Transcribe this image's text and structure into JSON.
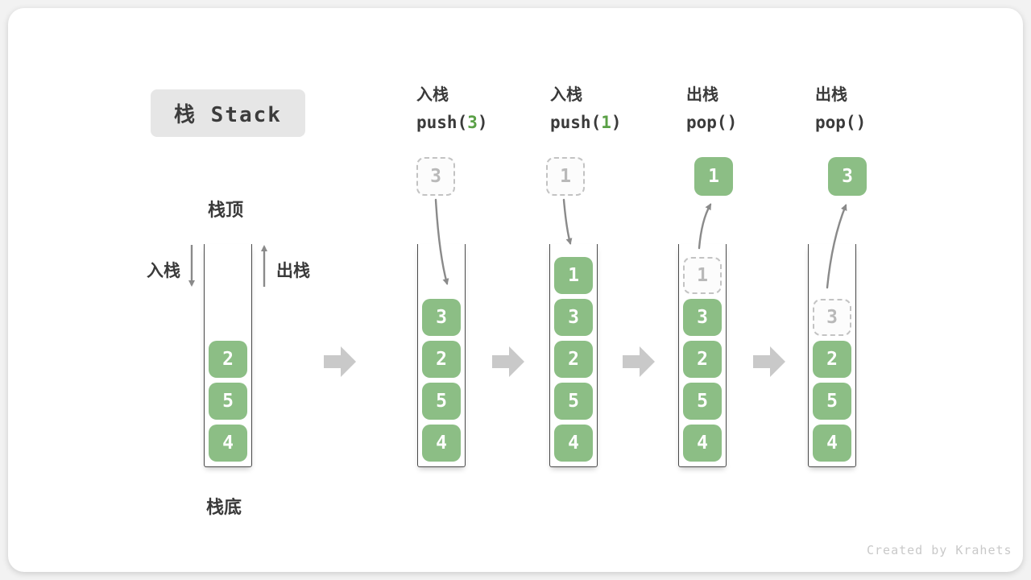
{
  "title": {
    "label": "栈 Stack"
  },
  "labels": {
    "stack_top": "栈顶",
    "stack_bottom": "栈底",
    "push_side": "入栈",
    "pop_side": "出栈"
  },
  "operations": [
    {
      "name": "入栈",
      "code_pre": "push(",
      "code_arg": "3",
      "code_post": ")"
    },
    {
      "name": "入栈",
      "code_pre": "push(",
      "code_arg": "1",
      "code_post": ")"
    },
    {
      "name": "出栈",
      "code_pre": "pop()",
      "code_arg": "",
      "code_post": ""
    },
    {
      "name": "出栈",
      "code_pre": "pop()",
      "code_arg": "",
      "code_post": ""
    }
  ],
  "floating_items": [
    {
      "value": "3",
      "style": "dashed"
    },
    {
      "value": "1",
      "style": "dashed"
    },
    {
      "value": "1",
      "style": "solid"
    },
    {
      "value": "3",
      "style": "solid"
    }
  ],
  "stacks": [
    {
      "state": "initial",
      "items": [
        "4",
        "5",
        "2"
      ]
    },
    {
      "state": "after push(3)",
      "items": [
        "4",
        "5",
        "2",
        "3"
      ]
    },
    {
      "state": "after push(1)",
      "items": [
        "4",
        "5",
        "2",
        "3",
        "1"
      ]
    },
    {
      "state": "after pop()",
      "items": [
        "4",
        "5",
        "2",
        "3",
        "1"
      ],
      "ghost_index": 4
    },
    {
      "state": "after pop()",
      "items": [
        "4",
        "5",
        "2",
        "3"
      ],
      "ghost_index": 3
    }
  ],
  "colors": {
    "block_green": "#8cbe85",
    "code_arg_green": "#5aa046",
    "thin_arrow_gray": "#8a8a8a",
    "step_arrow_gray": "#c9c9c9",
    "ghost_gray": "#b9b9b9",
    "text_dark": "#3a3a3a",
    "title_bg": "#e6e6e6"
  },
  "watermark": {
    "text": "Created by Krahets"
  }
}
